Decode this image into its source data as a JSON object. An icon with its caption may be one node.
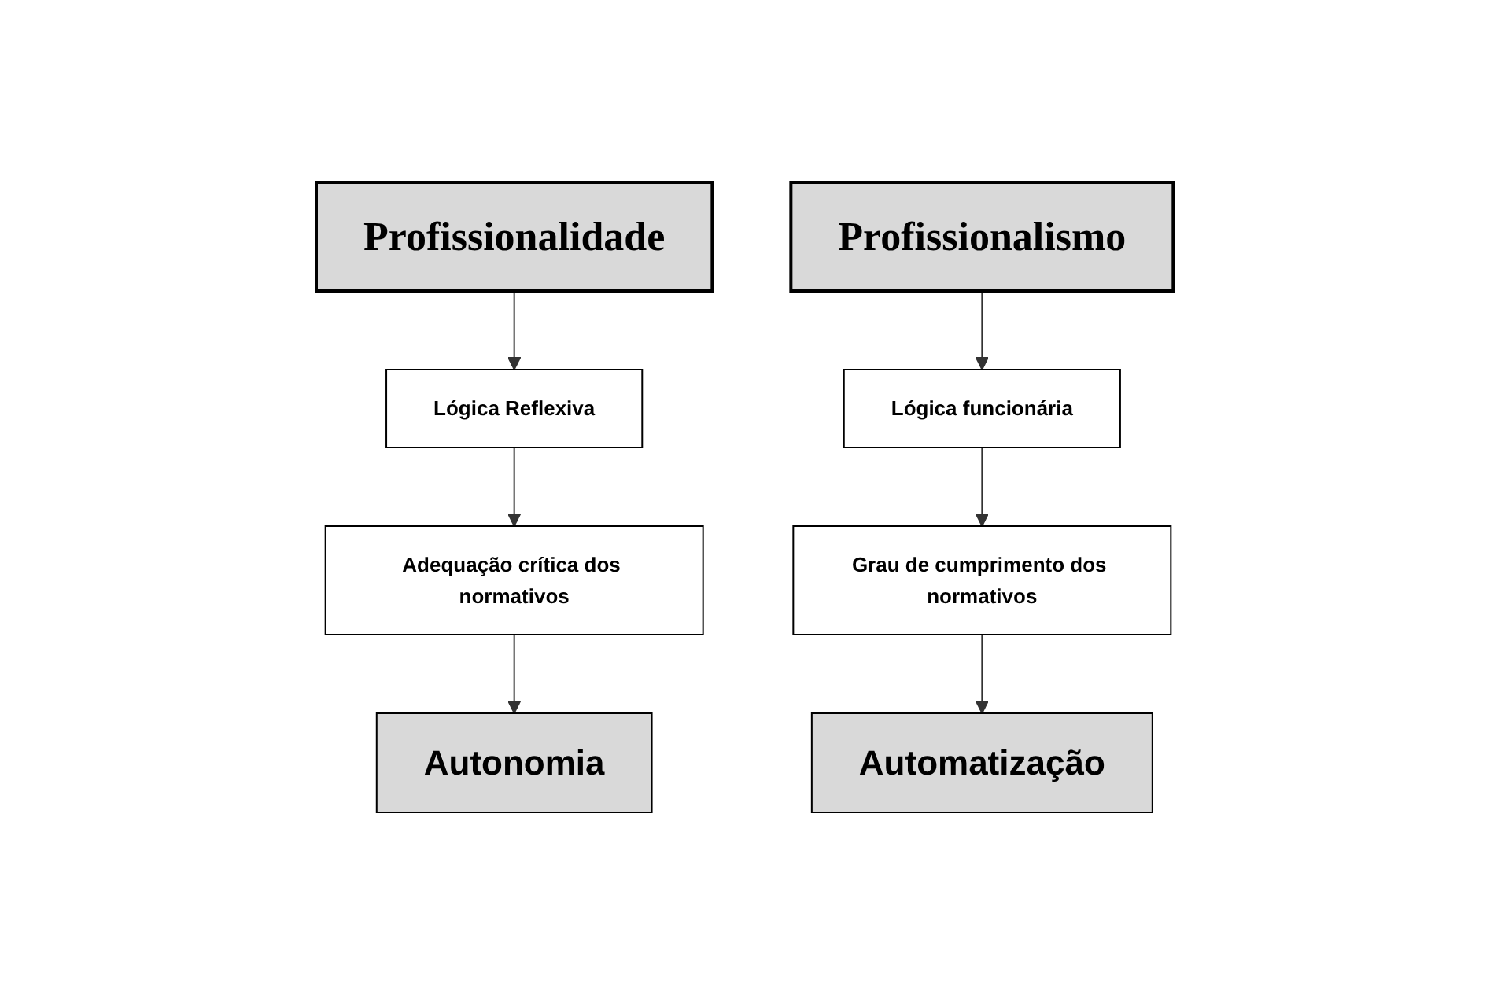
{
  "diagram": {
    "nodes": [
      {
        "text": [
          "Profissionalidade"
        ]
      },
      {
        "text": [
          "Lógica Reflexiva"
        ]
      },
      {
        "text": [
          "Adequação crítica dos normativos"
        ]
      },
      {
        "text": [
          "Autonomia"
        ]
      },
      {
        "text": [
          "Profissionalismo"
        ]
      },
      {
        "text": [
          "Lógica funcionária"
        ]
      },
      {
        "text": [
          "Grau de cumprimento dos normativos"
        ]
      },
      {
        "text": [
          "Automatização"
        ]
      }
    ],
    "edges": [
      {
        "from": 0,
        "to": 1,
        "arrow": "to"
      },
      {
        "from": 1,
        "to": 2,
        "arrow": "to"
      },
      {
        "from": 2,
        "to": 3,
        "arrow": "to"
      },
      {
        "from": 4,
        "to": 5,
        "arrow": "to"
      },
      {
        "from": 5,
        "to": 6,
        "arrow": "to"
      },
      {
        "from": 6,
        "to": 7,
        "arrow": "to"
      }
    ]
  }
}
